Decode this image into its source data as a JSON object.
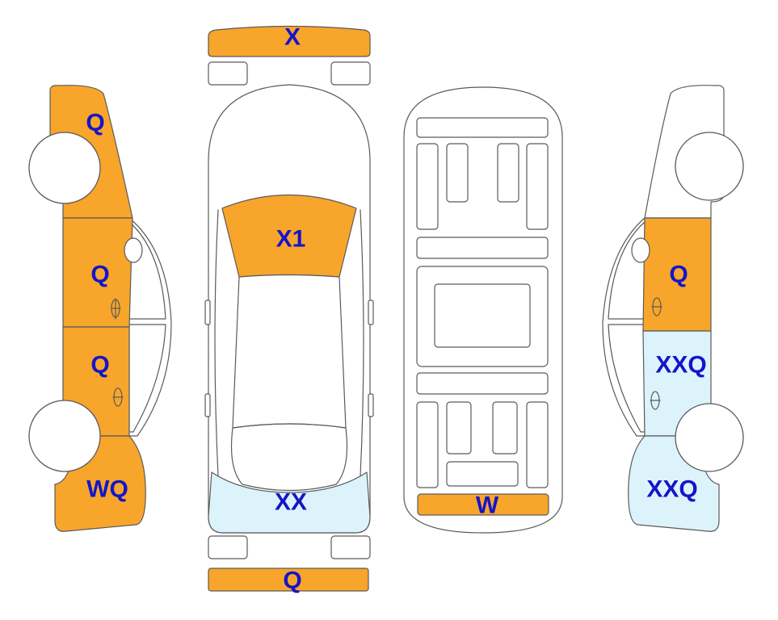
{
  "colors": {
    "damage": "#F8A52B",
    "light": "#DDF3FB",
    "none": "#FFFFFF",
    "outline": "#5A5A5A",
    "label": "#1515C8"
  },
  "zones": {
    "front_bumper": {
      "label": "X",
      "fill": "damage"
    },
    "rear_bumper": {
      "label": "Q",
      "fill": "damage"
    },
    "windshield": {
      "label": "X1",
      "fill": "damage"
    },
    "roof_rear": {
      "label": "XX",
      "fill": "light"
    },
    "trunk_strip": {
      "label": "W",
      "fill": "damage"
    },
    "left_front_fender": {
      "label": "Q",
      "fill": "damage"
    },
    "left_front_door": {
      "label": "Q",
      "fill": "damage"
    },
    "left_rear_door": {
      "label": "Q",
      "fill": "damage"
    },
    "left_rear_quarter": {
      "label": "WQ",
      "fill": "damage"
    },
    "right_rear_door": {
      "label": "Q",
      "fill": "damage"
    },
    "right_front_door": {
      "label": "XXQ",
      "fill": "light"
    },
    "right_front_fender": {
      "label": "XXQ",
      "fill": "light"
    }
  }
}
